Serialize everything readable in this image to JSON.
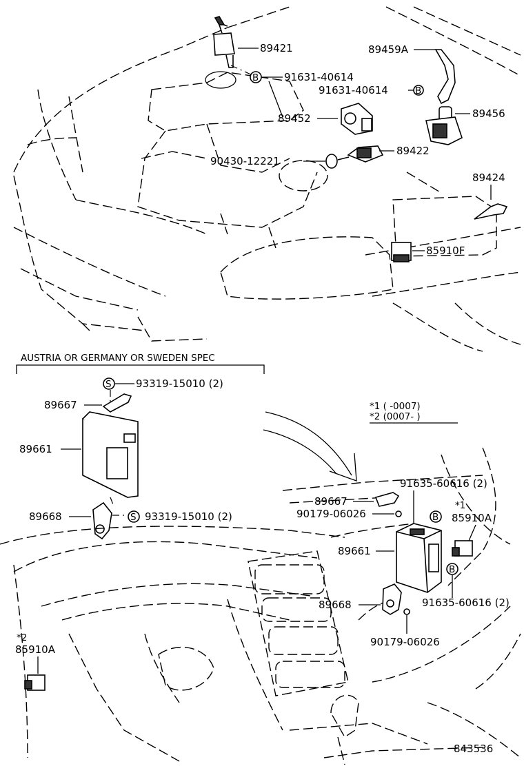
{
  "diagram": {
    "drawing_number": "843536",
    "region_header": "AUSTRIA OR GERMANY OR SWEDEN SPEC",
    "legend": {
      "line1": "*1 (      -0007)",
      "line2": "*2 (0007-      )"
    },
    "engine_bay": {
      "p89421": "89421",
      "p91631a": "91631-40614",
      "p89459a": "89459A",
      "p91631b": "91631-40614",
      "p89452": "89452",
      "p89456": "89456",
      "p90430": "90430-12221",
      "p89422": "89422",
      "p89424": "89424",
      "p85910f": "85910F",
      "bolt_marker": "B"
    },
    "spec_box": {
      "p93319a": "93319-15010 (2)",
      "p89667": "89667",
      "p89661": "89661",
      "p89668": "89668",
      "p93319b": "93319-15010 (2)",
      "screw_marker": "S"
    },
    "dash_area": {
      "p91635a": "91635-60616 (2)",
      "p89667": "89667",
      "p90179a": "90179-06026",
      "star1": "*1",
      "p85910a_right": "85910A",
      "p89661": "89661",
      "p89668": "89668",
      "p91635b": "91635-60616 (2)",
      "p90179b": "90179-06026",
      "star2": "*2",
      "p85910a_left": "85910A",
      "bolt_marker": "B"
    }
  }
}
